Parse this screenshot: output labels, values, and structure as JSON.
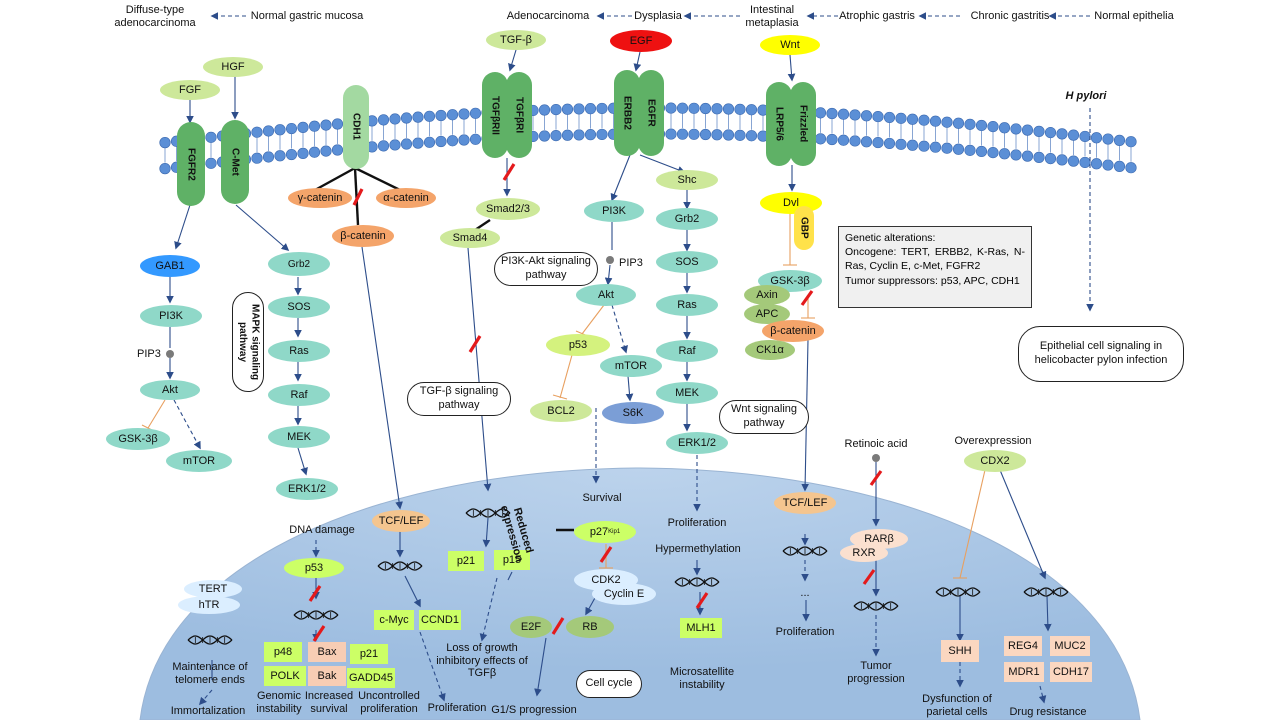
{
  "progression": {
    "intestinal_chain": [
      "Normal epithelia",
      "Chronic gastritis",
      "Atrophic gastris",
      "Intestinal metaplasia",
      "Dysplasia",
      "Adenocarcinoma"
    ],
    "diffuse_chain": [
      "Normal gastric mucosa",
      "Diffuse-type adenocarcinoma"
    ]
  },
  "ligands": {
    "fgf": "FGF",
    "hgf": "HGF",
    "tgfb": "TGF-β",
    "egf": "EGF",
    "wnt": "Wnt",
    "h_pylori": "H pylori"
  },
  "receptors": {
    "fgfr2": "FGFR2",
    "cmet": "C-Met",
    "cdh1": "CDH1",
    "tgfbr2": "TGFβRII",
    "tgfbr1": "TGFβRI",
    "egfr": "EGFR",
    "erbb2": "ERBB2",
    "lrp56": "LRP5/6",
    "frizzled": "Frizzled"
  },
  "left": {
    "gab1": "GAB1",
    "pi3k": "PI3K",
    "pip3": "PIP3",
    "akt": "Akt",
    "gsk3b": "GSK-3β",
    "mtor": "mTOR"
  },
  "mapk_left": {
    "grb2": "Grb2",
    "sos": "SOS",
    "ras": "Ras",
    "raf": "Raf",
    "mek": "MEK",
    "erk": "ERK1/2",
    "pathway_label": "MAPK signaling pathway"
  },
  "cadherin": {
    "gamma": "γ-catenin",
    "alpha": "α-catenin",
    "beta": "β-catenin"
  },
  "tgf": {
    "smad23": "Smad2/3",
    "smad4": "Smad4",
    "pathway_label": "TGF-β signaling pathway"
  },
  "pi3k_mid": {
    "pi3k": "PI3K",
    "pip3": "PIP3",
    "akt": "Akt",
    "p53": "p53",
    "mtor": "mTOR",
    "bcl2": "BCL2",
    "s6k": "S6K",
    "pathway_label": "PI3K-Akt signaling pathway",
    "survival": "Survival"
  },
  "mapk_mid": {
    "shc": "Shc",
    "grb2": "Grb2",
    "sos": "SOS",
    "ras": "Ras",
    "raf": "Raf",
    "mek": "MEK",
    "erk": "ERK1/2",
    "proliferation": "Proliferation"
  },
  "wnt": {
    "dvl": "Dvl",
    "gbp": "GBP",
    "gsk3b": "GSK-3β",
    "axin": "Axin",
    "apc": "APC",
    "beta": "β-catenin",
    "ck1a": "CK1α",
    "pathway_label": "Wnt signaling pathway"
  },
  "genetic": {
    "title": "Genetic alterations:",
    "oncogene": "Oncogene: TERT, ERBB2, K-Ras, N-Ras, Cyclin E, c-Met, FGFR2",
    "suppressor": "Tumor suppressors: p53, APC, CDH1"
  },
  "hpylori_box": "Epithelial cell signaling in helicobacter pylon infection",
  "retinoic": "Retinoic acid",
  "overexpression": "Overexpression",
  "nucleus": {
    "tert": "TERT",
    "htr": "hTR",
    "telomere": "Maintenance of telomere ends",
    "immortalization": "Immortalization",
    "dna_damage": "DNA damage",
    "p53": "p53",
    "p48": "p48",
    "polk": "POLK",
    "bax": "Bax",
    "bak": "Bak",
    "p21b": "p21",
    "gadd45": "GADD45",
    "genomic": "Genomic instability",
    "increased": "Increased survival",
    "uncontrolled": "Uncontrolled proliferation",
    "tcf_left": "TCF/LEF",
    "cmyc": "c-Myc",
    "ccnd1": "CCND1",
    "proliferation_left": "Proliferation",
    "p21": "p21",
    "p15": "p15",
    "loss_growth": "Loss of growth inhibitory effects of TGFβ",
    "reduced": "Reduced expression",
    "p27": "p27",
    "p27_sup": "Kip1",
    "cdk2": "CDK2",
    "cycline": "Cyclin E",
    "e2f": "E2F",
    "rb": "RB",
    "g1s": "G1/S progression",
    "cell_cycle": "Cell cycle",
    "proliferation_mid": "Proliferation",
    "hypermethylation": "Hypermethylation",
    "mlh1": "MLH1",
    "microsatellite": "Microsatellite instability",
    "tcf_right": "TCF/LEF",
    "ellipsis": "...",
    "proliferation_right": "Proliferation",
    "rarb": "RARβ",
    "rxr": "RXR",
    "tumor_progression": "Tumor progression",
    "cdx2": "CDX2",
    "shh": "SHH",
    "dysfunction": "Dysfunction of parietal cells",
    "reg4": "REG4",
    "muc2": "MUC2",
    "mdr1": "MDR1",
    "cdh17": "CDH17",
    "drug_resistance": "Drug resistance"
  },
  "colors": {
    "teal": "#8fd8c8",
    "green_rec": "#5fb166",
    "lime": "#d4f27e",
    "bright_lime": "#ccff66",
    "orange": "#f4a46a",
    "blue_gab": "#3399ff",
    "egf_red": "#ee1111",
    "wnt_yellow": "#ffff00",
    "nucleus": "#a9c7e6",
    "membrane_bead": "#5b8fd6"
  }
}
